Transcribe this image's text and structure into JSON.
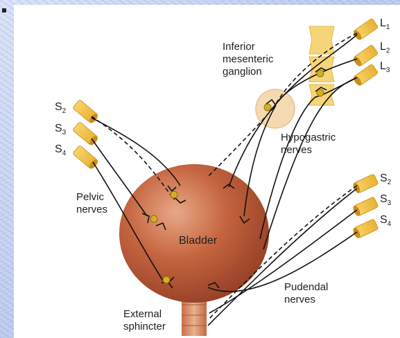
{
  "labels": {
    "sacral_left": [
      "S",
      "S",
      "S"
    ],
    "sacral_left_sub": [
      "2",
      "3",
      "4"
    ],
    "lumbar": [
      "L",
      "L",
      "L"
    ],
    "lumbar_sub": [
      "1",
      "2",
      "3"
    ],
    "sacral_right": [
      "S",
      "S",
      "S"
    ],
    "sacral_right_sub": [
      "2",
      "3",
      "4"
    ],
    "inferior_mesenteric_1": "Inferior",
    "inferior_mesenteric_2": "mesenteric",
    "inferior_mesenteric_3": "ganglion",
    "hypogastric_1": "Hypogastric",
    "hypogastric_2": "nerves",
    "pelvic_1": "Pelvic",
    "pelvic_2": "nerves",
    "bladder": "Bladder",
    "pudendal_1": "Pudendal",
    "pudendal_2": "nerves",
    "external_1": "External",
    "external_2": "sphincter"
  },
  "colors": {
    "bladder": "#b8583a",
    "bladder_highlight": "#e39a78",
    "nerve_root": "#f5c74a",
    "ganglion": "#f3d7a8",
    "vertebra": "#f6d57a",
    "sphincter": "#d9906a",
    "synapse_dot": "#d4b021"
  }
}
